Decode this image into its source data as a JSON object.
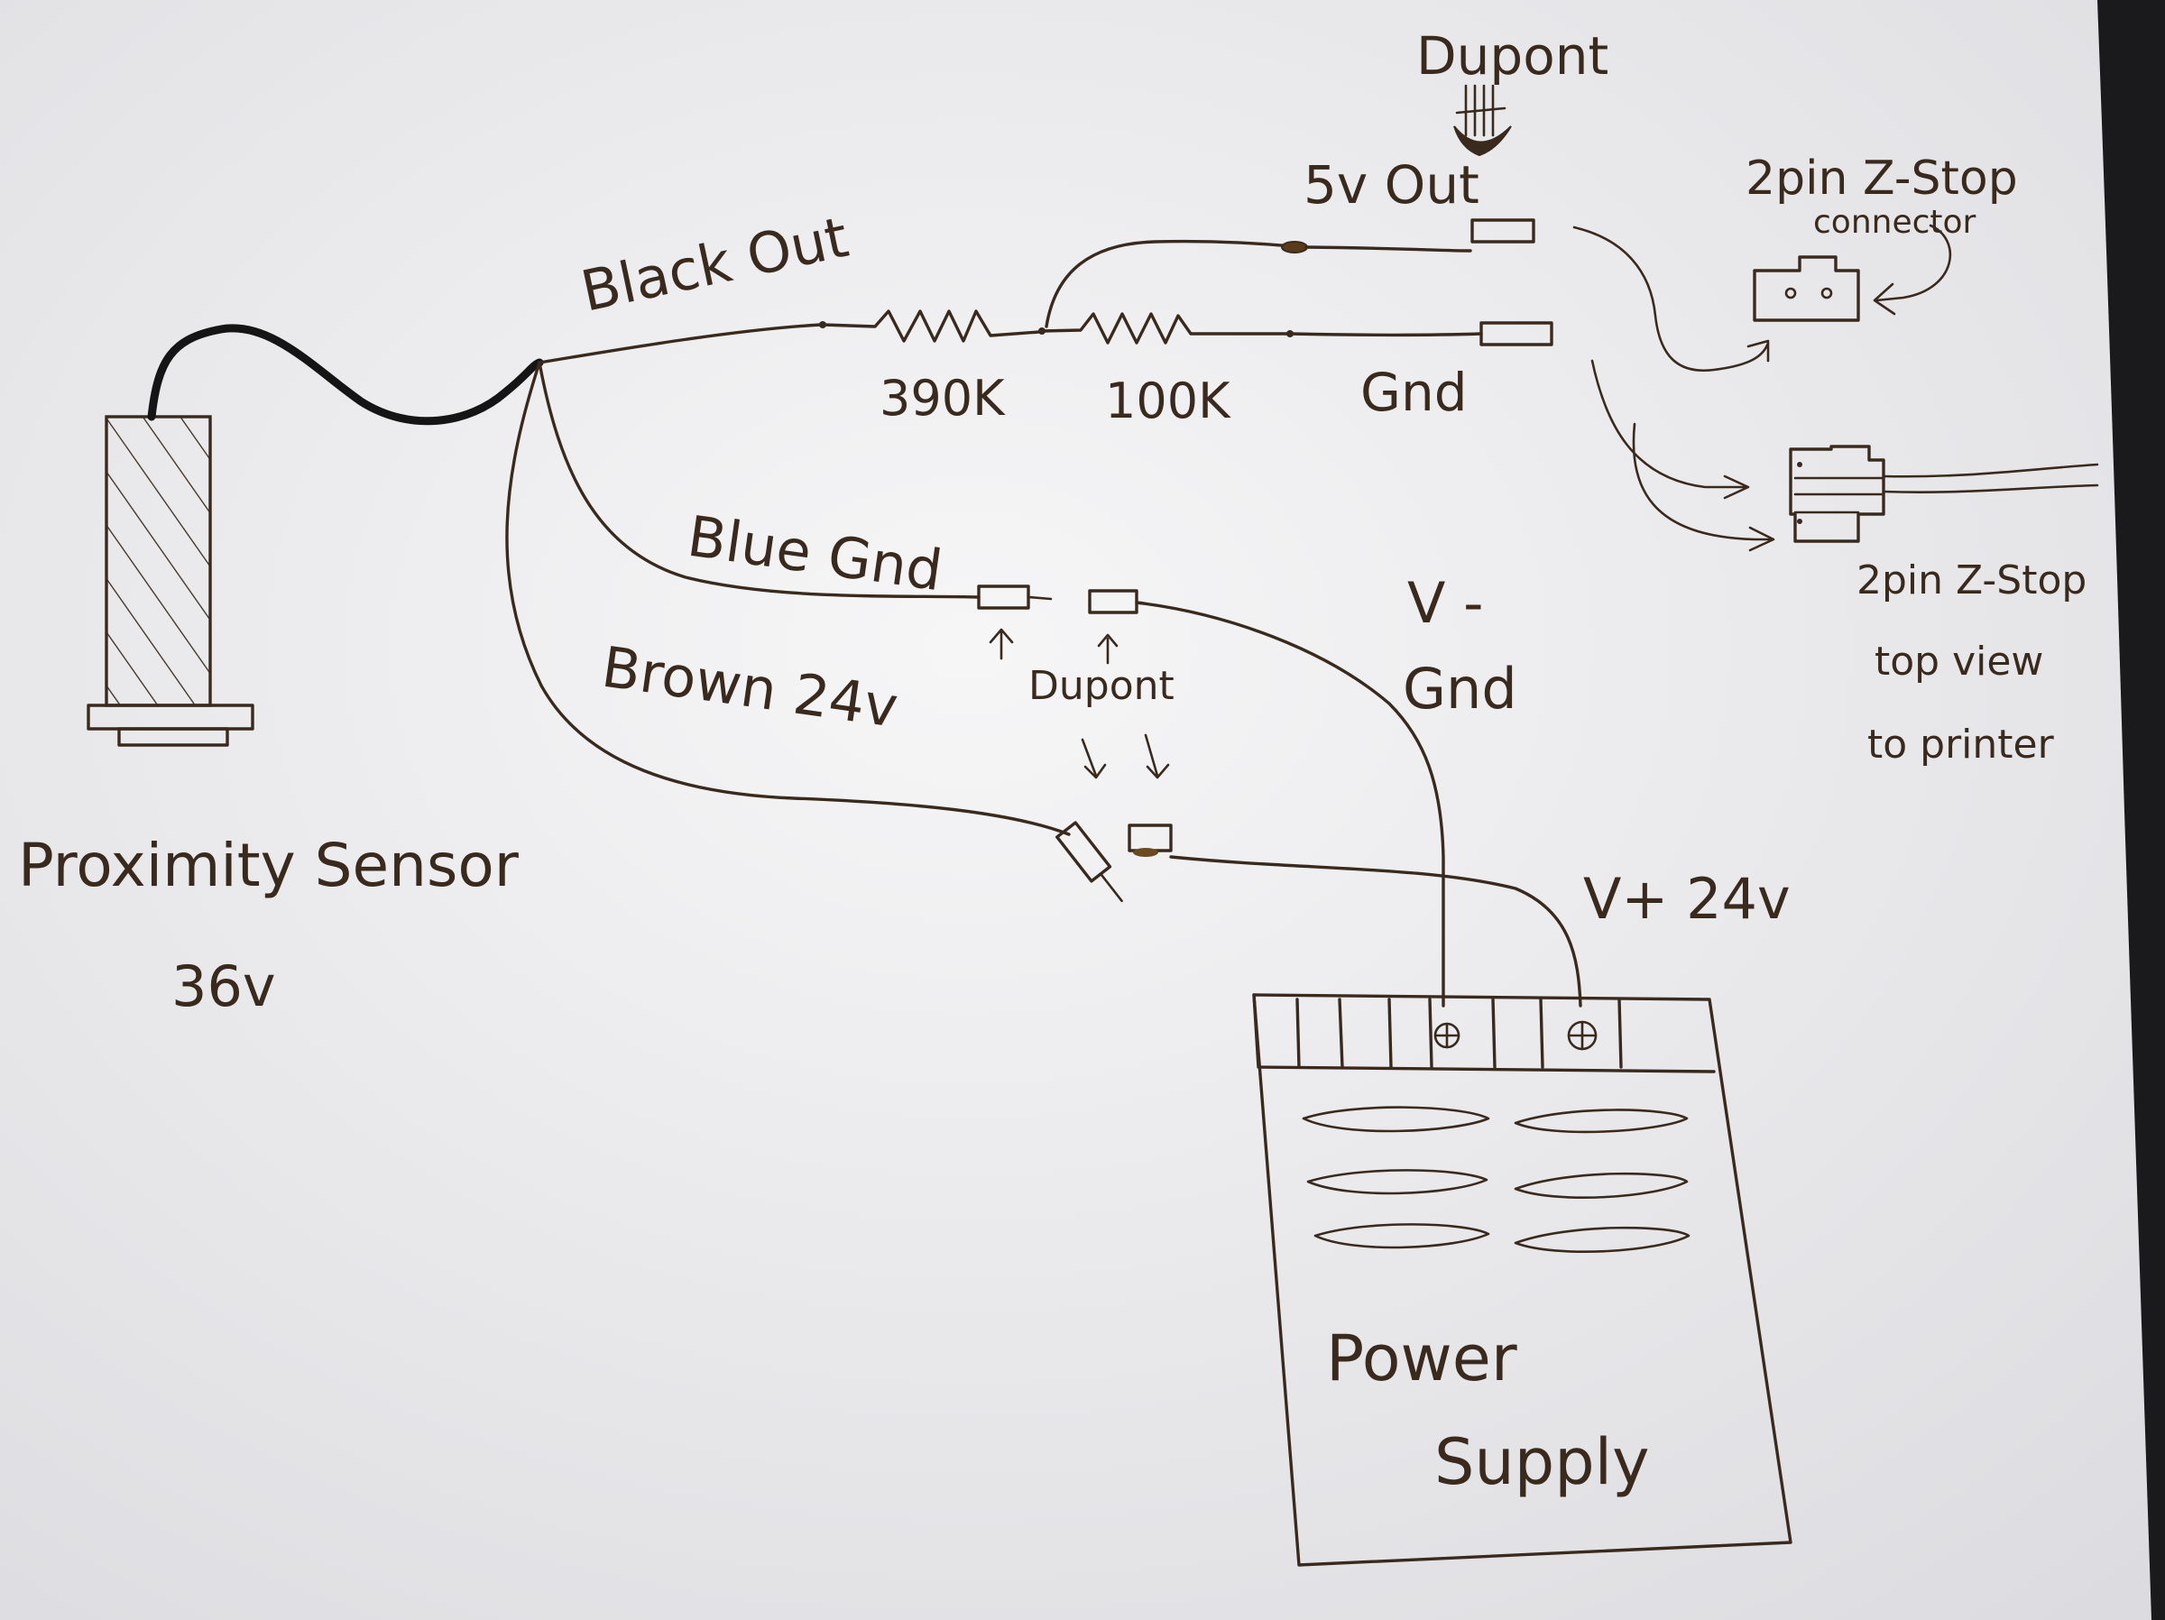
{
  "labels": {
    "dupont_top": "Dupont",
    "five_v_out": "5v Out",
    "z_stop_connector_1": "2pin Z-Stop",
    "z_stop_connector_2": "connector",
    "black_out": "Black Out",
    "r1": "390K",
    "r2": "100K",
    "gnd_top": "Gnd",
    "blue_gnd": "Blue Gnd",
    "dupont_mid": "Dupont",
    "v_minus": "V -",
    "gnd_mid": "Gnd",
    "brown_24v": "Brown 24v",
    "v_plus": "V+ 24v",
    "z_stop_top_1": "2pin Z-Stop",
    "z_stop_top_2": "top view",
    "z_stop_top_3": "to printer",
    "proximity_1": "Proximity Sensor",
    "proximity_2": "36v",
    "power_1": "Power",
    "power_2": "Supply"
  },
  "colors": {
    "ink": "#3a2a1e",
    "cable": "#151515",
    "paper": "#f2f2f3"
  }
}
